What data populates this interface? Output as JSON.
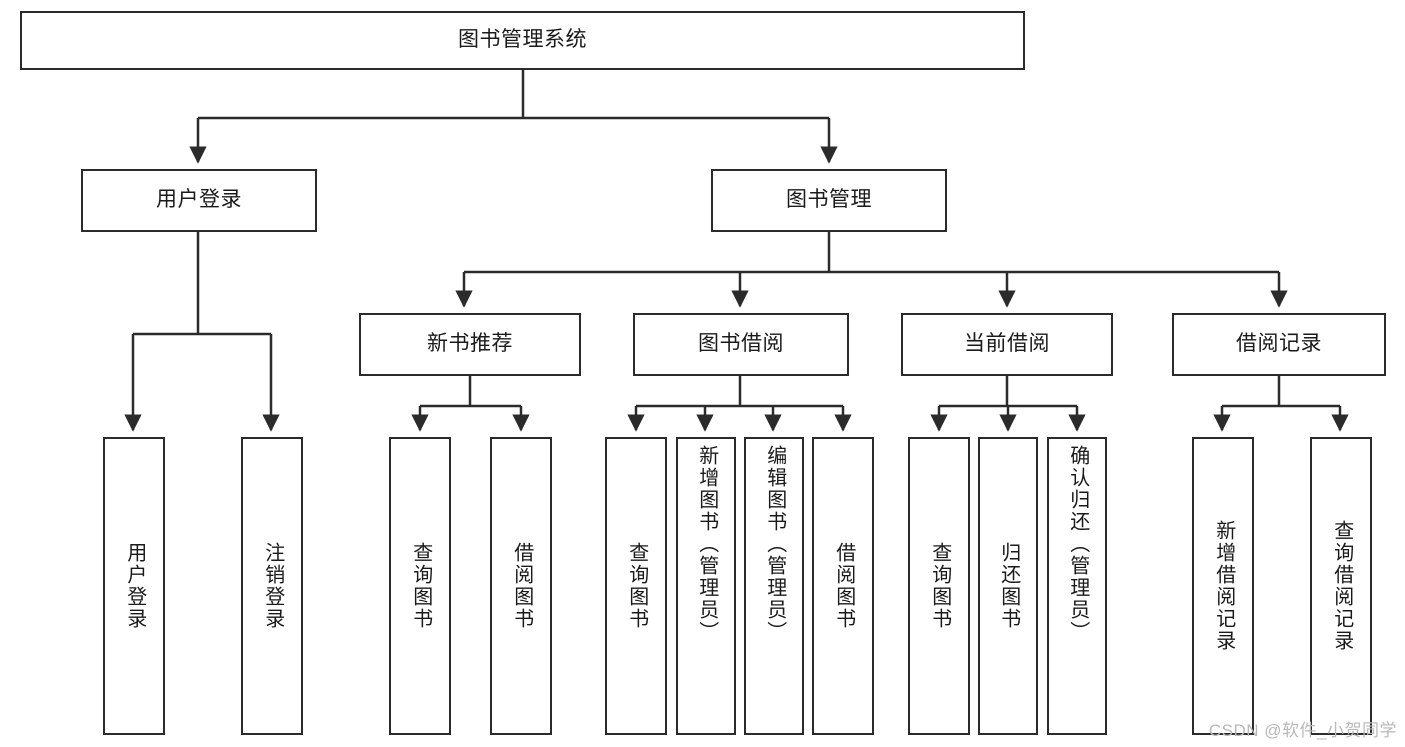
{
  "diagram": {
    "title": "图书管理系统",
    "type": "功能结构图",
    "stroke_color": "#2b2b2b",
    "fill_color": "#ffffff",
    "text_color": "#1a1a1a"
  },
  "nodes": {
    "root": {
      "label": "图书管理系统"
    },
    "level2": [
      {
        "id": "user-login",
        "label": "用户登录"
      },
      {
        "id": "book-manage",
        "label": "图书管理"
      }
    ],
    "level3": [
      {
        "id": "new-book-recommend",
        "label": "新书推荐"
      },
      {
        "id": "book-borrow",
        "label": "图书借阅"
      },
      {
        "id": "current-borrow",
        "label": "当前借阅"
      },
      {
        "id": "borrow-record",
        "label": "借阅记录"
      }
    ],
    "leaves": {
      "user_login": [
        {
          "id": "leaf-user-login",
          "label": "用户登录"
        },
        {
          "id": "leaf-logout-login",
          "label": "注销登录"
        }
      ],
      "new_book_recommend": [
        {
          "id": "leaf-query-book-1",
          "label": "查询图书"
        },
        {
          "id": "leaf-borrow-book-1",
          "label": "借阅图书"
        }
      ],
      "book_borrow": [
        {
          "id": "leaf-query-book-2",
          "label": "查询图书"
        },
        {
          "id": "leaf-add-book",
          "label": "新增图书（管理员）"
        },
        {
          "id": "leaf-edit-book",
          "label": "编辑图书（管理员）"
        },
        {
          "id": "leaf-borrow-book-2",
          "label": "借阅图书"
        }
      ],
      "current_borrow": [
        {
          "id": "leaf-query-book-3",
          "label": "查询图书"
        },
        {
          "id": "leaf-return-book",
          "label": "归还图书"
        },
        {
          "id": "leaf-confirm-return",
          "label": "确认归还（管理员）"
        }
      ],
      "borrow_record": [
        {
          "id": "leaf-add-record",
          "label": "新增借阅记录"
        },
        {
          "id": "leaf-query-record",
          "label": "查询借阅记录"
        }
      ]
    }
  },
  "watermark": {
    "text": "CSDN @软件_小贺同学"
  }
}
